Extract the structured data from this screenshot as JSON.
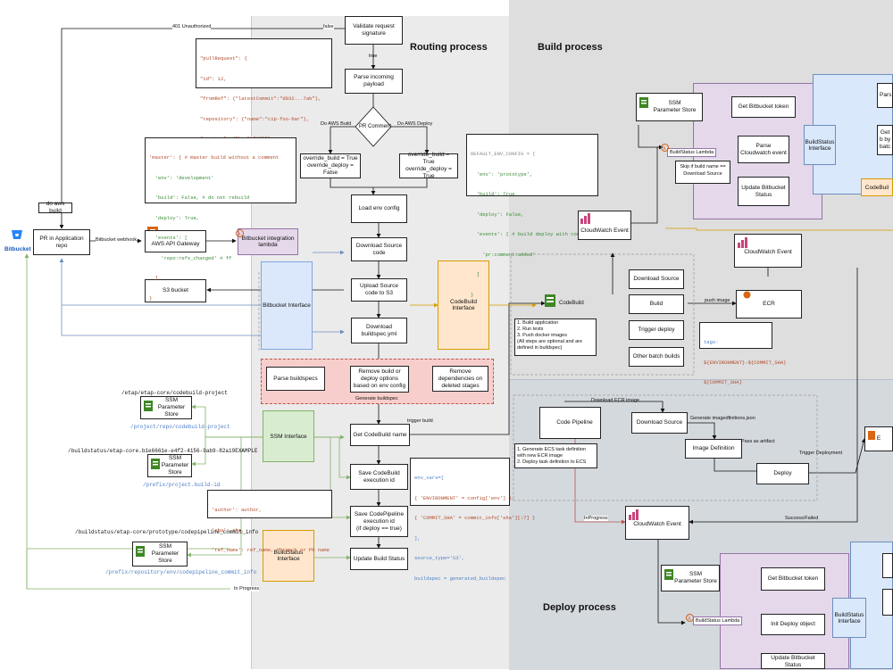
{
  "titles": {
    "routing": "Routing process",
    "build": "Build process",
    "deploy": "Deploy process"
  },
  "left": {
    "bitbucket": "Bitbucket",
    "pr_repo": "PR in Application repo",
    "do_aws_build": "do aws build",
    "webhook": "Bitbucket webhook",
    "api_gateway": "AWS API Gateway",
    "integration_lambda": "Bitbucket integration lambda",
    "s3_bucket": "S3 bucket",
    "unauthorized": "401 Unauthorized",
    "false_label": "false",
    "in_progress": "In Progress"
  },
  "routing": {
    "validate": "Validate request signature",
    "true_label": "true",
    "parse_payload": "Parse incoming payload",
    "pr_comment": "PR Comment",
    "do_aws_build": "Do AWS Build",
    "do_aws_deploy": "Do AWS Deploy",
    "override_left": "override_build = True\noverride_deploy = False",
    "override_right": "override_build = True\noverride_deploy = True",
    "load_env": "Load env config",
    "download_source": "Download Source code",
    "upload_source": "Upload Source code to S3",
    "download_buildspec": "Download buildspec.yml",
    "parse_buildspecs": "Parse buildspecs",
    "remove_options": "Remove build or deploy options based on env config",
    "remove_deps": "Remove dependencies on deleted stages",
    "generate_buildspec": "Generate buildspec",
    "get_codebuild": "Get CodeBuild name",
    "trigger_build": "trigger build",
    "save_codebuild": "Save CodeBuild execution id",
    "save_pipeline": "Save CodePipeline execution id\n(if deploy == true)",
    "update_status": "Update Build Status",
    "bitbucket_iface": "Bitbucket Interface",
    "codebuild_iface": "CodeBuild Interface",
    "ssm_iface": "SSM Interface",
    "buildstatus_iface": "BuildStatus Interface"
  },
  "callouts": {
    "pr_json": [
      "\"pullRequest\": {",
      "\"id\": 12,",
      "\"fromRef\": {\"latestCommit\":\"d832...7ab\"},",
      "\"repository\": {\"name\":\"cip-foo-bar\"},",
      "\"project\": {\"key\":\"CIP\"}"
    ],
    "master_cfg": [
      "'master': { # master build without a comment",
      "  'env': 'development'",
      "  'build': False, # do not rebuild",
      "  'deploy': True,",
      "  'events': [",
      "    'repo:refs_changed' # ff",
      "  ]",
      "}"
    ],
    "default_cfg": [
      "DEFAULT_ENV_CONFIG = {",
      "  'env': 'prototype',",
      "  'build': True,",
      "  'deploy': False,",
      "  'events': [ # build deploy with comment",
      "    'pr:comment:added'",
      "  ]",
      "}"
    ],
    "env_vars": [
      "env_vars=[",
      "{ 'ENVIRONMENT' = config['env'] },",
      "{ 'COMMIT_SHA' = commit_info['sha'][:7] }",
      "],",
      "source_type='S3',",
      "buildspec = generated_buildspec"
    ],
    "author": [
      "'author': author,",
      "'sha': sha,",
      "'ref_name': ref_name, #branch or PR name"
    ],
    "tags": [
      "tags:",
      "${ENVIRONMENT}-${COMMIT_SHA}",
      "${COMMIT_SHA}"
    ]
  },
  "ssm": {
    "store_label": "SSM\nParameter Store",
    "path1": "/etap/etap-core/codebuild-project",
    "path1b": "/project/repo/codebuild-project",
    "path2": "/buildstatus/etap-core.b1e6661e-e4f2-4156-9ab9-82a19EXAMPLE",
    "path2b": "/prefix/project.build-id",
    "path3": "/buildstatus/etap-core/prototype/codepipeline_commit_info",
    "path3b": "/prefix/repository/env/codepipeline_commit_info"
  },
  "build": {
    "ssm": "SSM\nParameter Store",
    "get_token": "Get Bitbucket token",
    "parse_cw": "Parse Cloudwatch event",
    "update_status": "Update Bitbucket Status",
    "buildstatus_iface": "BuildStatus Interface",
    "buildstatus_lambda": "BuildStatus Lambda",
    "skip": "Skip if build name == Download Source",
    "cw_event": "CloudWatch Event",
    "cw_event2": "CloudWatch Event",
    "codebuild": "CodeBuild",
    "codebuild_note": "1. Build application\n2. Run tests\n3. Push docker images\n(All steps are optional and are defined in buildspec)",
    "download_source": "Download Source",
    "build": "Build",
    "trigger_deploy": "Trigger deploy",
    "other": "Other batch builds",
    "push_image": "push image",
    "ecr": "ECR",
    "pars": "Pars",
    "get_b": "Get b by batc",
    "codebuild_cut": "CodeBuil"
  },
  "deploy": {
    "code_pipeline": "Code Pipeline",
    "download_ecr": "Download ECR image",
    "download_source": "Download Source",
    "gen_defs": "Generate imagedfinitions.json",
    "image_def": "Image Definition",
    "pass_artifact": "Pass as artifact",
    "deploy": "Deploy",
    "trigger_deployment": "Trigger Deployment",
    "note": "1. Generate ECS task definition with new ECR image\n2. Deploy task definition to ECS",
    "in_progress": "InProgress",
    "success_failed": "Success/Failed",
    "cw_event": "CloudWatch Event",
    "ssm": "SSM\nParameter Store",
    "get_token": "Get Bitbucket token",
    "init_deploy": "Init Deploy object",
    "update_status": "Update Bitbucket Status",
    "buildstatus_lambda": "BuildStatus Lambda",
    "buildstatus_iface": "BuildStatus Interface",
    "ecs_cut": "E"
  }
}
